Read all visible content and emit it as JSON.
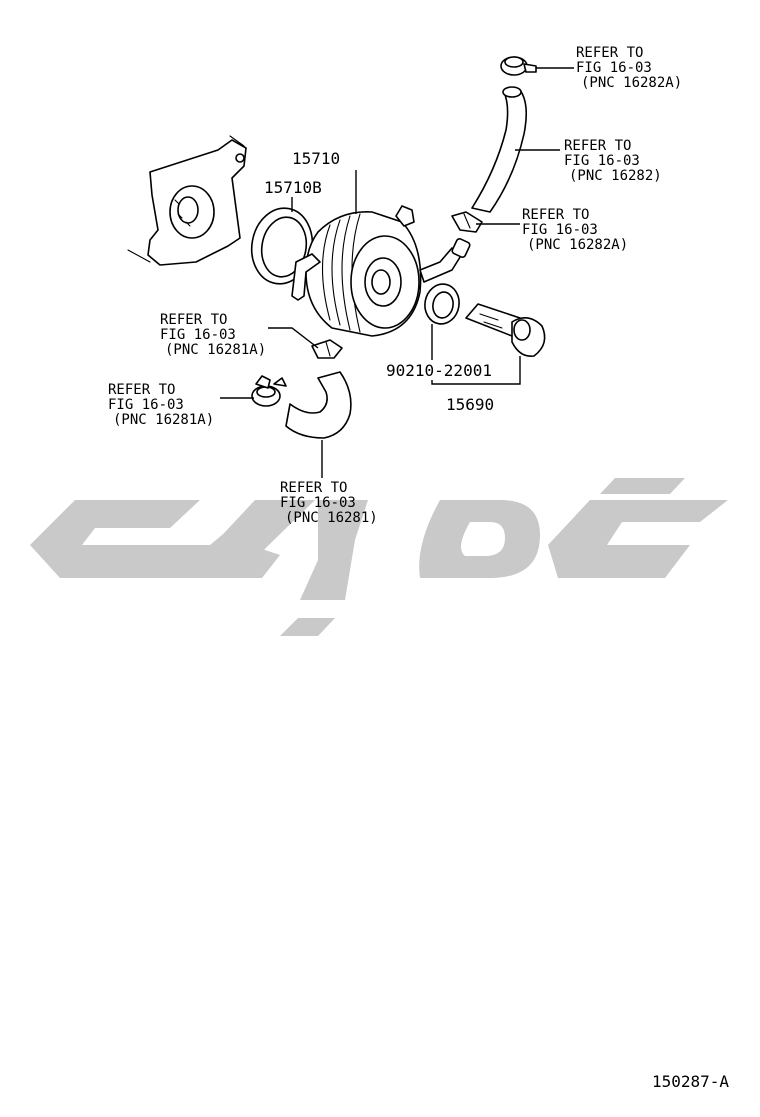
{
  "diagram_code": "150287-A",
  "callouts": {
    "top_right_a": {
      "l1": "REFER TO",
      "l2": "FIG 16-03",
      "l3": "(PNC 16282A)"
    },
    "hose_upper": {
      "l1": "REFER TO",
      "l2": "FIG 16-03",
      "l3": "(PNC 16282)"
    },
    "clamp_mid": {
      "l1": "REFER TO",
      "l2": "FIG 16-03",
      "l3": "(PNC 16282A)"
    },
    "clamp_left_a": {
      "l1": "REFER TO",
      "l2": "FIG 16-03",
      "l3": "(PNC 16281A)"
    },
    "clamp_left_b": {
      "l1": "REFER TO",
      "l2": "FIG 16-03",
      "l3": "(PNC 16281A)"
    },
    "hose_lower": {
      "l1": "REFER TO",
      "l2": "FIG 16-03",
      "l3": "(PNC 16281)"
    }
  },
  "part_numbers": {
    "oil_cooler": "15710",
    "gasket_ring": "15710B",
    "washer": "90210-22001",
    "union_bolt": "15690"
  },
  "watermark_color": "#c9c9c9"
}
